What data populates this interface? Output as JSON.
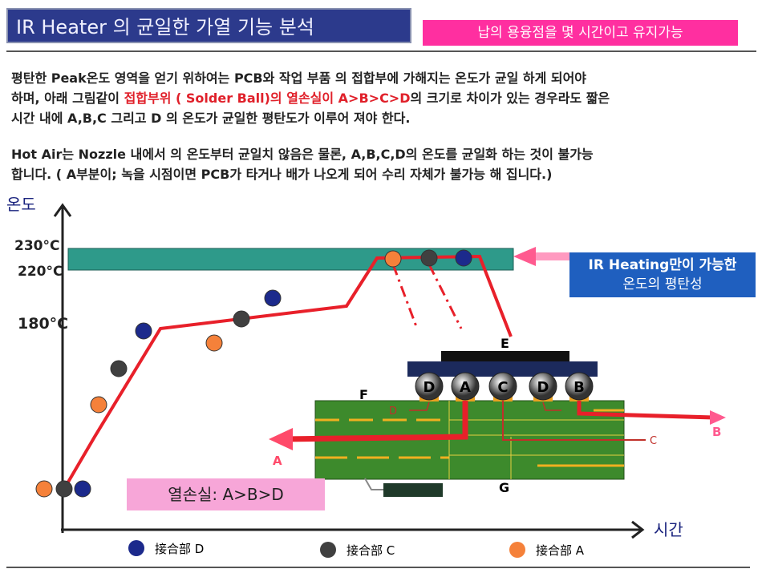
{
  "title": "IR Heater 의  균일한 가열 기능 분석",
  "badge": "납의 용융점을 몇 시간이고 유지가능",
  "paragraph1": {
    "line1": "평탄한 Peak온도 영역을 얻기 위하여는 PCB와  작업 부품 의 접합부에 가해지는 온도가 균일 하게 되어야",
    "line2_a": "하며, 아래 그림같이 ",
    "line2_red": "접합부위 ( Solder Ball)의 열손실이 A>B>C>D",
    "line2_b": "의 크기로 차이가 있는 경우라도 짧은",
    "line3": "시간 내에 A,B,C 그리고 D 의 온도가 균일한 평탄도가 이루어 져야 한다."
  },
  "paragraph2": {
    "line1": "Hot Air는  Nozzle 내에서 의 온도부터 균일치  않음은 물론, A,B,C,D의 온도를 균일화 하는 것이 불가능",
    "line2": "합니다. ( A부분이; 녹을 시점이면 PCB가 타거나 배가 나오게 되어 수리 자체가 불가능 해 집니다.)"
  },
  "chart": {
    "y_label": "온도",
    "x_label": "시간",
    "ticks": [
      "230°C",
      "220°C",
      "180°C"
    ],
    "ir_note_line1": "IR Heating만이 가능한",
    "ir_note_line2": "온도의 평탄성",
    "loss_note": "열손실: A>B>D",
    "legend": [
      "接合部 D",
      "接合部 C",
      "接合部 A"
    ],
    "colors": {
      "A": "#f5813a",
      "C": "#404040",
      "D": "#1c2a8c",
      "curve": "#e8202a",
      "band": "#2e9a8a"
    }
  },
  "board": {
    "balls": [
      "D",
      "A",
      "C",
      "D",
      "B"
    ],
    "labels": {
      "E": "E",
      "F": "F",
      "G": "G",
      "A": "A",
      "B": "B",
      "C": "C",
      "D": "D"
    }
  }
}
